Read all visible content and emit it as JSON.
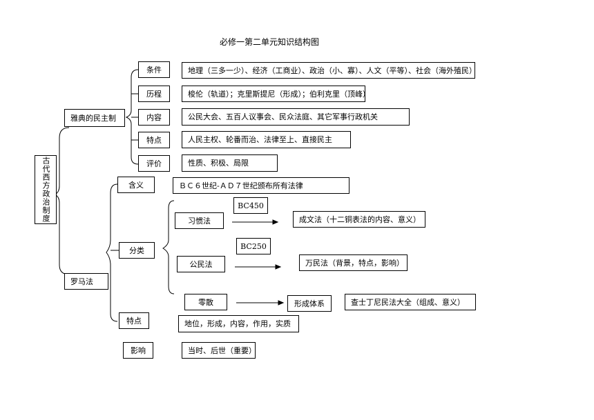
{
  "title": "必修一第二单元知识结构图",
  "root": "古代西方政治制度",
  "athens": {
    "label": "雅典的民主制",
    "items": [
      {
        "label": "条件",
        "detail": "地理（三多一少）、经济（工商业）、政治（小、寡）、人文（平等）、社会（海外殖民）"
      },
      {
        "label": "历程",
        "detail": "梭伦（轨道）；克里斯提尼（形成）；伯利克里（顶峰）"
      },
      {
        "label": "内容",
        "detail": "公民大会、五百人议事会、民众法庭、其它军事行政机关"
      },
      {
        "label": "特点",
        "detail": "人民主权、轮番而治、法律至上、直接民主"
      },
      {
        "label": "评价",
        "detail": "性质、积极、局限"
      }
    ]
  },
  "rome": {
    "label": "罗马法",
    "meaning": {
      "label": "含义",
      "detail": "ＢＣ６世纪-ＡＤ７世纪颁布所有法律"
    },
    "classification": {
      "label": "分类",
      "customary": {
        "label": "习惯法",
        "year": "BC450",
        "result": "成文法（十二铜表法的内容、意义）"
      },
      "civil": {
        "label": "公民法",
        "year": "BC250",
        "result": "万民法（背景，特点，影响）"
      },
      "scattered": {
        "label": "零散",
        "result": "形成体系",
        "final": "查士丁尼民法大全（组成、意义）"
      }
    },
    "features": {
      "label": "特点",
      "detail": "地位，形成，内容，作用，实质"
    },
    "influence": {
      "label": "影响",
      "detail": "当时、后世（重要）"
    }
  }
}
